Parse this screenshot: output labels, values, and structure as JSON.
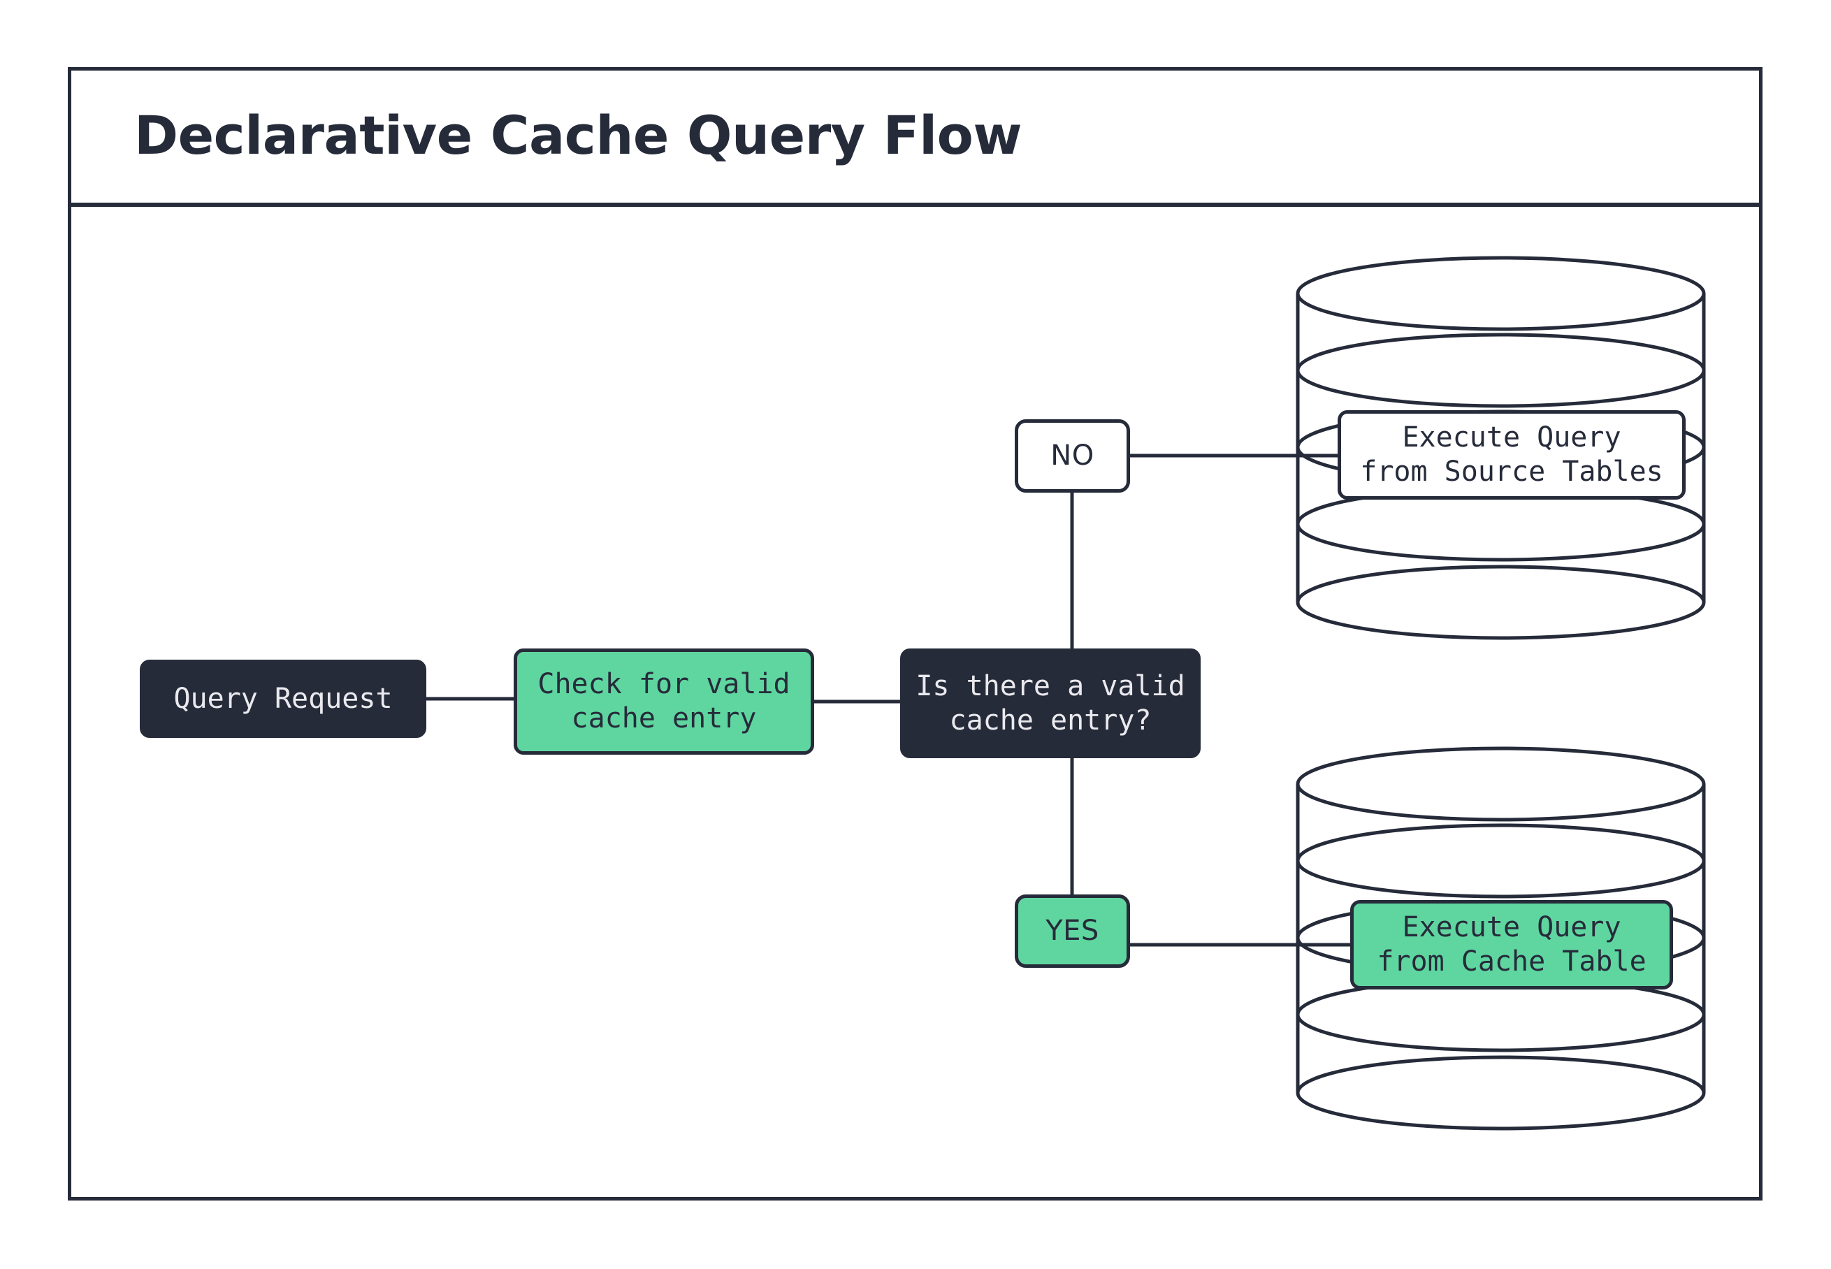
{
  "document": {
    "title": "Declarative Cache Query Flow",
    "background_color": "#ffffff",
    "frame_color": "#262B3A"
  },
  "palette": {
    "ink": "#262B3A",
    "accent_green": "#5FD6A0",
    "surface_white": "#FFFFFF",
    "text_on_dark": "#EAEAEE"
  },
  "diagram": {
    "type": "flowchart",
    "nodes": [
      {
        "id": "query-request",
        "label": "Query Request",
        "shape": "rounded-rect",
        "style": "dark",
        "fill": "#262B3A",
        "text_color": "#EAEAEE"
      },
      {
        "id": "check-cache",
        "label": "Check for valid\ncache entry",
        "shape": "rounded-rect",
        "style": "green",
        "fill": "#5FD6A0",
        "text_color": "#262B3A"
      },
      {
        "id": "decision",
        "label": "Is there a valid\ncache entry?",
        "shape": "rounded-rect",
        "style": "dark",
        "fill": "#262B3A",
        "text_color": "#EAEAEE"
      },
      {
        "id": "branch-no",
        "label": "NO",
        "shape": "rounded-rect",
        "style": "white",
        "fill": "#FFFFFF",
        "text_color": "#262B3A"
      },
      {
        "id": "branch-yes",
        "label": "YES",
        "shape": "rounded-rect",
        "style": "green",
        "fill": "#5FD6A0",
        "text_color": "#262B3A"
      },
      {
        "id": "source-tables",
        "label": "Execute Query\nfrom Source Tables",
        "shape": "rounded-rect-in-cylinder",
        "style": "white",
        "fill": "#FFFFFF",
        "text_color": "#262B3A",
        "container": "database-cylinder-source"
      },
      {
        "id": "cache-table",
        "label": "Execute Query\nfrom Cache Table",
        "shape": "rounded-rect-in-cylinder",
        "style": "green",
        "fill": "#5FD6A0",
        "text_color": "#262B3A",
        "container": "database-cylinder-cache"
      }
    ],
    "containers": [
      {
        "id": "database-cylinder-source",
        "name": "source-tables-database-cylinder",
        "disk_count": 4
      },
      {
        "id": "database-cylinder-cache",
        "name": "cache-table-database-cylinder",
        "disk_count": 4
      }
    ],
    "edges": [
      {
        "from": "query-request",
        "to": "check-cache",
        "label": ""
      },
      {
        "from": "check-cache",
        "to": "decision",
        "label": ""
      },
      {
        "from": "decision",
        "to": "branch-no",
        "label": ""
      },
      {
        "from": "decision",
        "to": "branch-yes",
        "label": ""
      },
      {
        "from": "branch-no",
        "to": "source-tables",
        "label": ""
      },
      {
        "from": "branch-yes",
        "to": "cache-table",
        "label": ""
      }
    ]
  }
}
